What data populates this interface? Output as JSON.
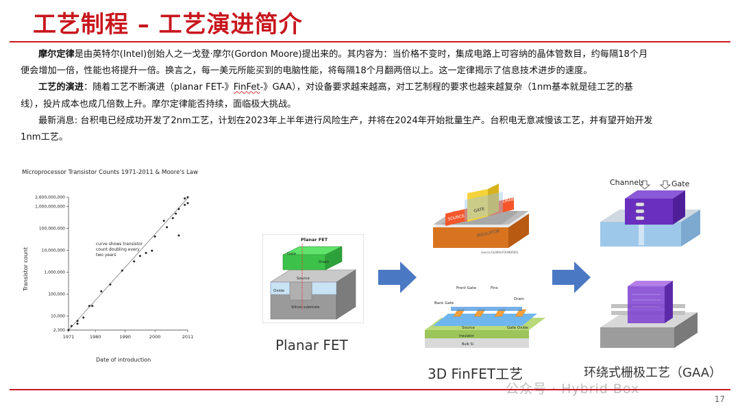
{
  "title": "工艺制程 – 工艺演进简介",
  "para1": {
    "term": "摩尔定律",
    "text1": "是由英特尔(Intel)创始人之一戈登·摩尔(Gordon Moore)提出来的。其内容为：当价格不变时，集成电路上可容纳的晶体管数目，约每隔18个月",
    "text2": "便会增加一倍，性能也将提升一倍。换言之，每一美元所能买到的电脑性能，将每隔18个月翻两倍以上。这一定律揭示了信息技术进步的速度。"
  },
  "para2": {
    "term": "工艺的演进",
    "text1a": "：随着工艺不断演进（planar FET-》",
    "underlined": "FinFet",
    "text1b": "-》GAA），对设备要求越来越高，对工艺制程的要求也越来越复杂（1nm基本就是硅工艺的基",
    "text2": "线），投片成本也成几倍数上升。摩尔定律能否持续，面临极大挑战。"
  },
  "para3": {
    "text1": "最新消息: 台积电已经成功开发了2nm工艺，计划在2023年上半年进行风险生产，并将在2024年开始批量生产。台积电无意减慢该工艺，并有望开始开发",
    "text2": "1nm工艺。"
  },
  "chart_data": {
    "type": "scatter",
    "title": "Microprocessor Transistor Counts 1971-2011 & Moore's Law",
    "xlabel": "Date of introduction",
    "ylabel": "Transistor count",
    "log_y": true,
    "xlim": [
      1971,
      2011
    ],
    "ylim": [
      2300,
      2600000000
    ],
    "x_ticks": [
      "1971",
      "1980",
      "1990",
      "2000",
      "2011"
    ],
    "y_ticks": [
      "2,600,000,000",
      "1,000,000,000",
      "100,000,000",
      "10,000,000",
      "1,000,000",
      "100,000",
      "10,000",
      "2,300"
    ],
    "annotation": "curve shows transistor count doubling every two years",
    "points": [
      [
        1971,
        2300
      ],
      [
        1972,
        3500
      ],
      [
        1974,
        4500
      ],
      [
        1974,
        6000
      ],
      [
        1976,
        8500
      ],
      [
        1978,
        29000
      ],
      [
        1979,
        29000
      ],
      [
        1982,
        134000
      ],
      [
        1985,
        275000
      ],
      [
        1989,
        1180000
      ],
      [
        1993,
        3100000
      ],
      [
        1995,
        5500000
      ],
      [
        1997,
        7500000
      ],
      [
        1999,
        9500000
      ],
      [
        2000,
        42000000
      ],
      [
        2003,
        220000000
      ],
      [
        2004,
        112000000
      ],
      [
        2006,
        291000000
      ],
      [
        2007,
        463000000
      ],
      [
        2008,
        758000000
      ],
      [
        2008,
        47000000
      ],
      [
        2010,
        1170000000
      ],
      [
        2010,
        2300000000
      ],
      [
        2011,
        2600000000
      ],
      [
        2011,
        1400000000
      ]
    ]
  },
  "planar": {
    "diagram_title": "Planar FET",
    "label_gate": "Gate",
    "label_drain": "Drain",
    "label_source": "Source",
    "label_oxide": "Oxide",
    "label_silicon": "Silicon substrate",
    "caption": "Planar FET"
  },
  "finfet": {
    "label_source": "SOURCE",
    "label_gate": "GATE",
    "label_drain": "DRAIN",
    "label_insulator": "INSULATOR",
    "credit": "source:GLOBALFOUNDRIES",
    "label_front_gate": "Front Gate",
    "label_fins": "Fins",
    "label_back_gate": "Back Gate",
    "label_drain2": "Drain",
    "label_gate_oxide": "Gate Oxide",
    "label_source2": "Source",
    "label_insulator2": "Insulator",
    "label_bulk": "Bulk Si",
    "caption": "3D FinFET工艺"
  },
  "gaa": {
    "label_channels": "Channels",
    "label_gate": "Gate",
    "caption": "环绕式栅极工艺（GAA）"
  },
  "watermark": "公众号 · Hybrid Box",
  "page_number": "17",
  "colors": {
    "accent": "#c8161d",
    "arrow": "#4a78c2"
  }
}
